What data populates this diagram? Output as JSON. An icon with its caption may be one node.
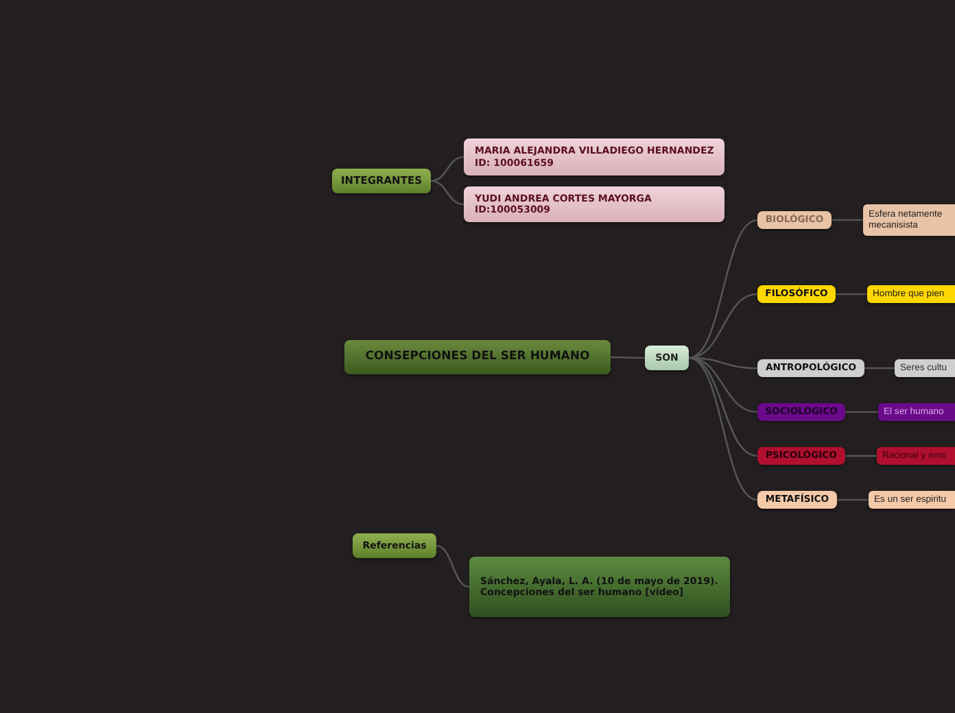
{
  "diagram": {
    "nodes": [
      {
        "text": [
          "INTEGRANTES"
        ]
      },
      {
        "text": [
          "MARIA ALEJANDRA VILLADIEGO HERNANDEZ   ID: 100061659"
        ]
      },
      {
        "text": [
          "YUDI ANDREA CORTES MAYORGA ID:100053009"
        ]
      },
      {
        "text": [
          "CONSEPCIONES DEL SER HUMANO"
        ]
      },
      {
        "text": [
          "SON"
        ]
      },
      {
        "text": [
          "BIOLÓGICO"
        ]
      },
      {
        "text": [
          "Esfera netamente mecanisista"
        ]
      },
      {
        "text": [
          "FILOSÓFICO"
        ]
      },
      {
        "text": [
          "Hombre que pien"
        ]
      },
      {
        "text": [
          "ANTROPOLÓGICO"
        ]
      },
      {
        "text": [
          "Seres cultu"
        ]
      },
      {
        "text": [
          "SOCIOLÓGICO"
        ]
      },
      {
        "text": [
          "El ser humano"
        ]
      },
      {
        "text": [
          "PSICOLÓGICO"
        ]
      },
      {
        "text": [
          "Racional y emo"
        ]
      },
      {
        "text": [
          "METAFÍSICO"
        ]
      },
      {
        "text": [
          "Es un ser espiritu"
        ]
      },
      {
        "text": [
          "Referencias"
        ]
      },
      {
        "text": [
          "Sánchez, Ayala, L. A. (10 de mayo de 2019). Concepciones del ser humano [vídeo]"
        ]
      }
    ],
    "edges": [
      {
        "from": 0,
        "to": 1,
        "arrow": "none"
      },
      {
        "from": 0,
        "to": 2,
        "arrow": "none"
      },
      {
        "from": 3,
        "to": 4,
        "arrow": "none"
      },
      {
        "from": 4,
        "to": 5,
        "arrow": "none"
      },
      {
        "from": 4,
        "to": 7,
        "arrow": "none"
      },
      {
        "from": 4,
        "to": 9,
        "arrow": "none"
      },
      {
        "from": 4,
        "to": 11,
        "arrow": "none"
      },
      {
        "from": 4,
        "to": 13,
        "arrow": "none"
      },
      {
        "from": 4,
        "to": 15,
        "arrow": "none"
      },
      {
        "from": 5,
        "to": 6,
        "arrow": "none"
      },
      {
        "from": 7,
        "to": 8,
        "arrow": "none"
      },
      {
        "from": 9,
        "to": 10,
        "arrow": "none"
      },
      {
        "from": 11,
        "to": 12,
        "arrow": "none"
      },
      {
        "from": 13,
        "to": 14,
        "arrow": "none"
      },
      {
        "from": 15,
        "to": 16,
        "arrow": "none"
      },
      {
        "from": 17,
        "to": 18,
        "arrow": "none"
      }
    ]
  }
}
